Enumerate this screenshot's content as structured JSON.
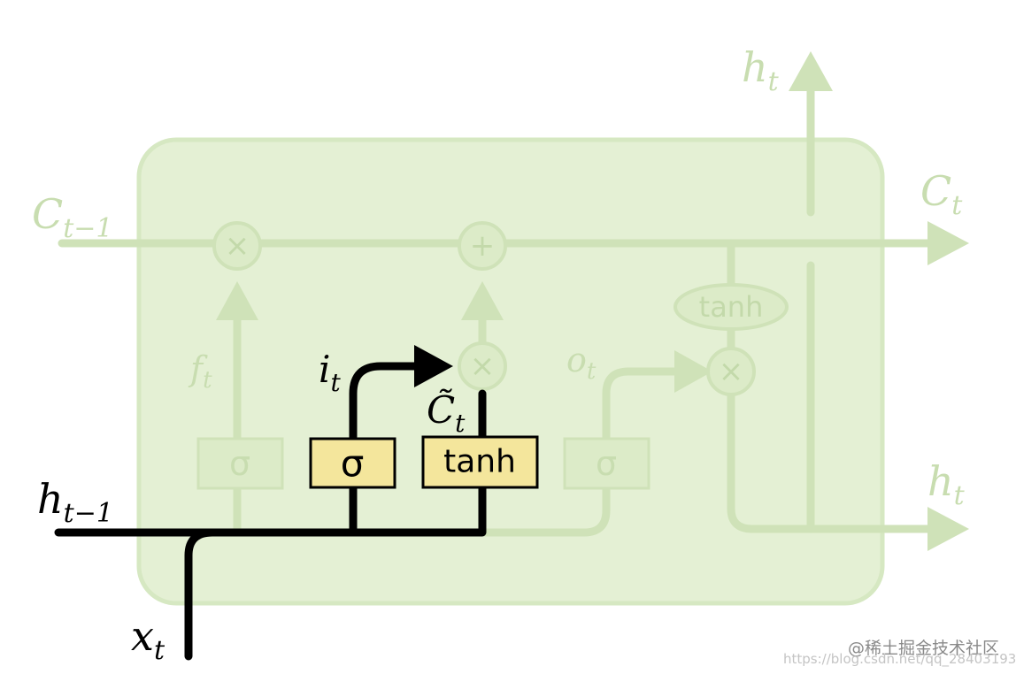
{
  "labels": {
    "c_prev": "C",
    "c_prev_sub": "t−1",
    "c_out": "C",
    "c_out_sub": "t",
    "h_top": "h",
    "h_top_sub": "t",
    "h_right": "h",
    "h_right_sub": "t",
    "h_prev": "h",
    "h_prev_sub": "t−1",
    "x_in": "x",
    "x_in_sub": "t",
    "f_gate": "f",
    "f_gate_sub": "t",
    "i_gate": "i",
    "i_gate_sub": "t",
    "o_gate": "o",
    "o_gate_sub": "t",
    "c_tilde": "C̃",
    "c_tilde_sub": "t"
  },
  "operators": {
    "forget_mult": "×",
    "cell_add": "+",
    "input_mult": "×",
    "output_mult": "×"
  },
  "layers": {
    "forget_sigma": "σ",
    "input_sigma": "σ",
    "candidate_tanh": "tanh",
    "output_sigma": "σ",
    "cell_tanh": "tanh"
  },
  "watermark": {
    "site": "@稀土掘金技术社区",
    "url": "https://blog.csdn.net/qq_28403193"
  },
  "colors": {
    "faint_green": "#cfe2b8",
    "cell_bg": "#e4f0d4",
    "gate_yellow": "#f4e69c",
    "highlight": "#000000"
  }
}
